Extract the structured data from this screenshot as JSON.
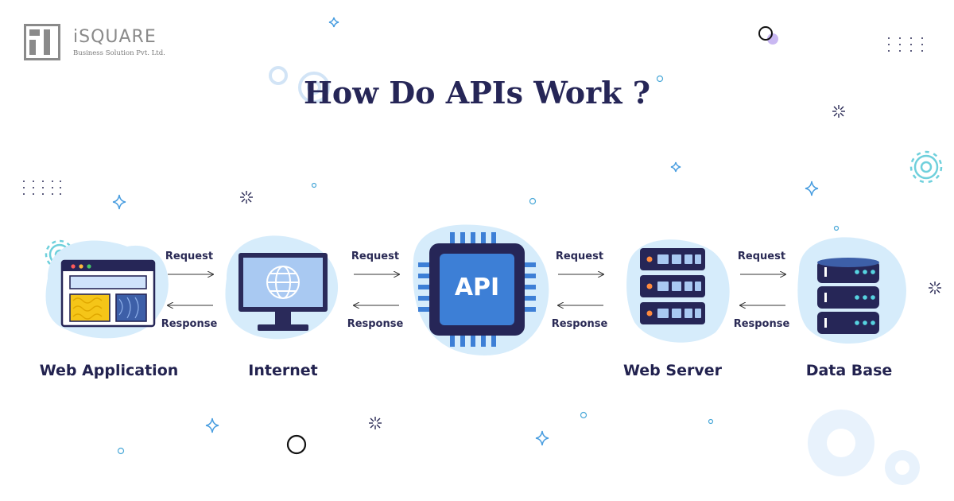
{
  "logo": {
    "name": "iSQUARE",
    "tagline": "Business Solution Pvt. Ltd."
  },
  "title": "How Do APIs Work ?",
  "nodes": [
    {
      "id": "web-application",
      "label": "Web Application"
    },
    {
      "id": "internet",
      "label": "Internet"
    },
    {
      "id": "api",
      "label": "API"
    },
    {
      "id": "web-server",
      "label": "Web Server"
    },
    {
      "id": "data-base",
      "label": "Data Base"
    }
  ],
  "links": [
    {
      "from": "web-application",
      "to": "internet",
      "forward": "Request",
      "back": "Response"
    },
    {
      "from": "internet",
      "to": "api",
      "forward": "Request",
      "back": "Response"
    },
    {
      "from": "api",
      "to": "web-server",
      "forward": "Request",
      "back": "Response"
    },
    {
      "from": "web-server",
      "to": "data-base",
      "forward": "Request",
      "back": "Response"
    }
  ],
  "colors": {
    "navy": "#262657",
    "blob": "#d6ecfb",
    "accent_blue": "#3d7fd6",
    "light_blue": "#a9c9f2",
    "yellow": "#f5c518",
    "orange": "#ff8a3d",
    "cyan_light": "#56d3e0"
  }
}
